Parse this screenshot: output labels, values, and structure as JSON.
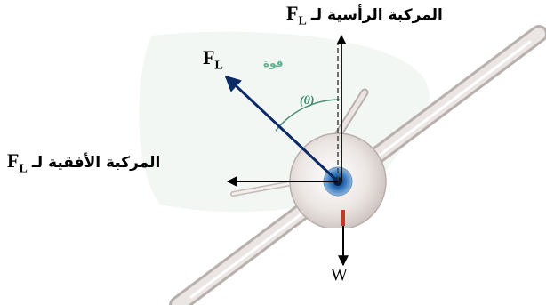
{
  "labels": {
    "vertical_component": "المركبة الرأسية لـ",
    "horizontal_component": "المركبة الأفقية لـ",
    "lift_symbol": "F",
    "lift_subscript": "L",
    "weight_symbol": "W",
    "angle": "(θ)",
    "lift_word": "قوة"
  },
  "colors": {
    "lift_vector": "#0b2a66",
    "component_arrows": "#000000",
    "dashed_line": "#444444",
    "angle_arc": "#4a8f79",
    "weight_mark": "#c0392b",
    "fuselage_blue": "#1f5fa8",
    "wing": "#e2dede"
  }
}
